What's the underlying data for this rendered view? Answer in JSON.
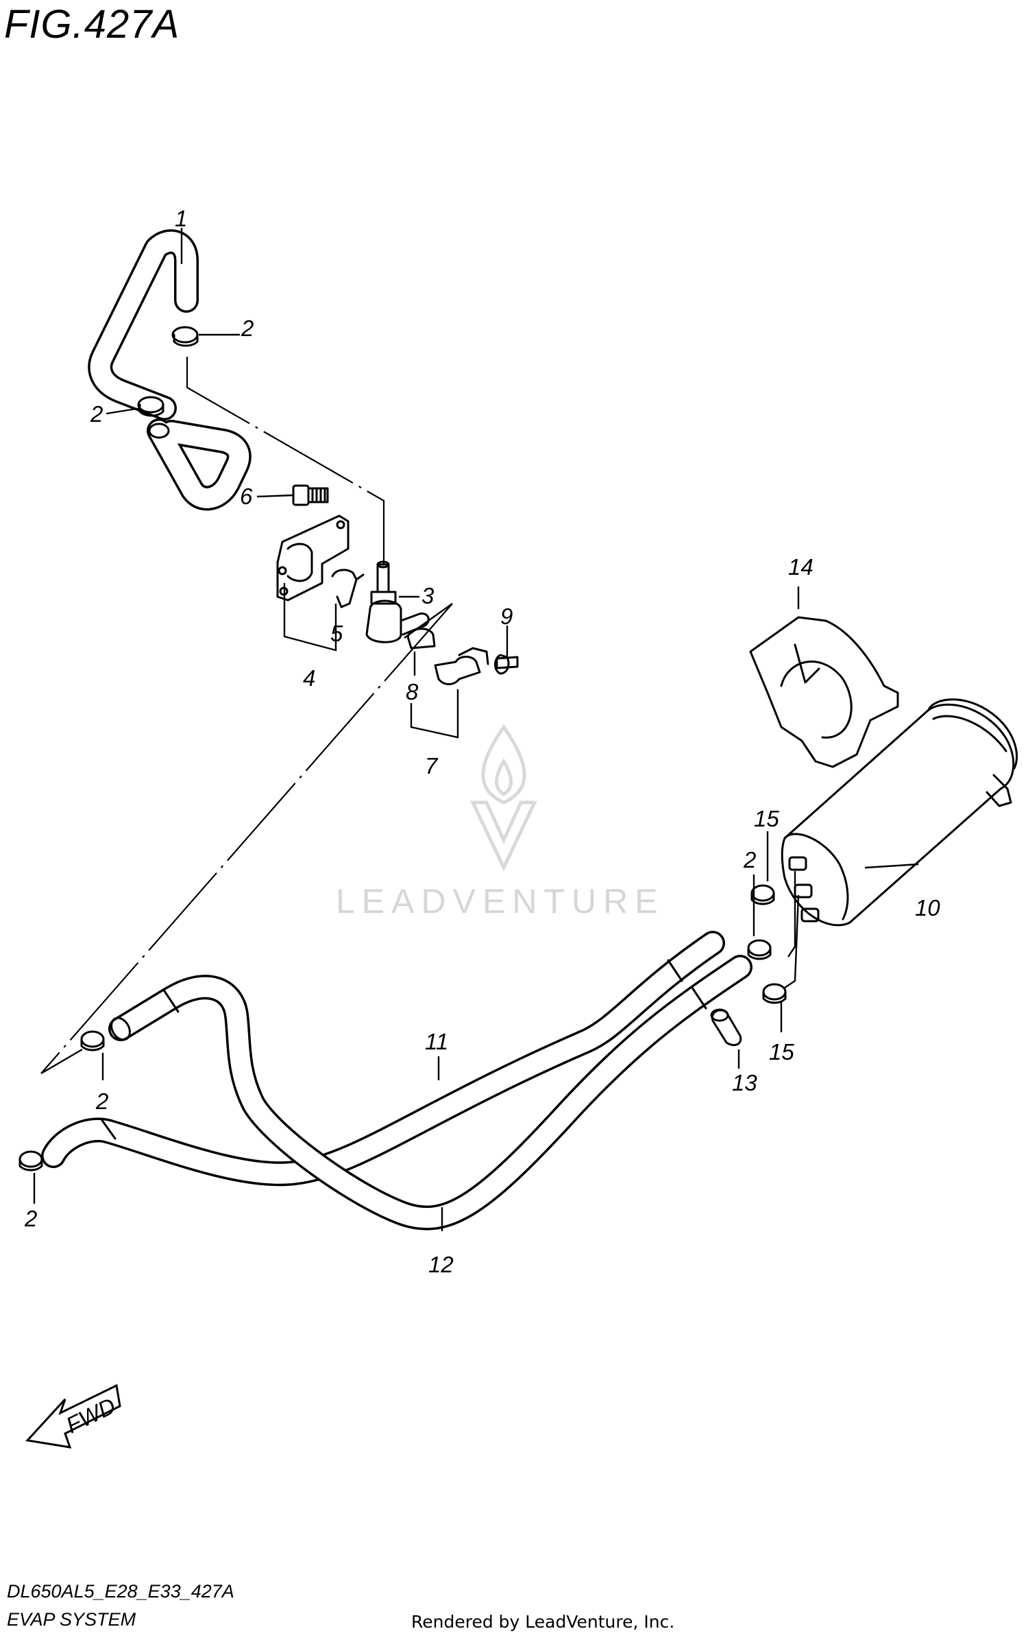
{
  "figure": {
    "title": "FIG.427A",
    "code": "DL650AL5_E28_E33_427A",
    "name": "EVAP SYSTEM"
  },
  "callouts": [
    "1",
    "2",
    "2",
    "6",
    "3",
    "9",
    "5",
    "8",
    "4",
    "7",
    "14",
    "15",
    "2",
    "10",
    "2",
    "11",
    "13",
    "15",
    "2",
    "12",
    "2"
  ],
  "fwd_label": "FWD",
  "watermark": "LEADVENTURE",
  "rendered_by": "Rendered by LeadVenture, Inc."
}
